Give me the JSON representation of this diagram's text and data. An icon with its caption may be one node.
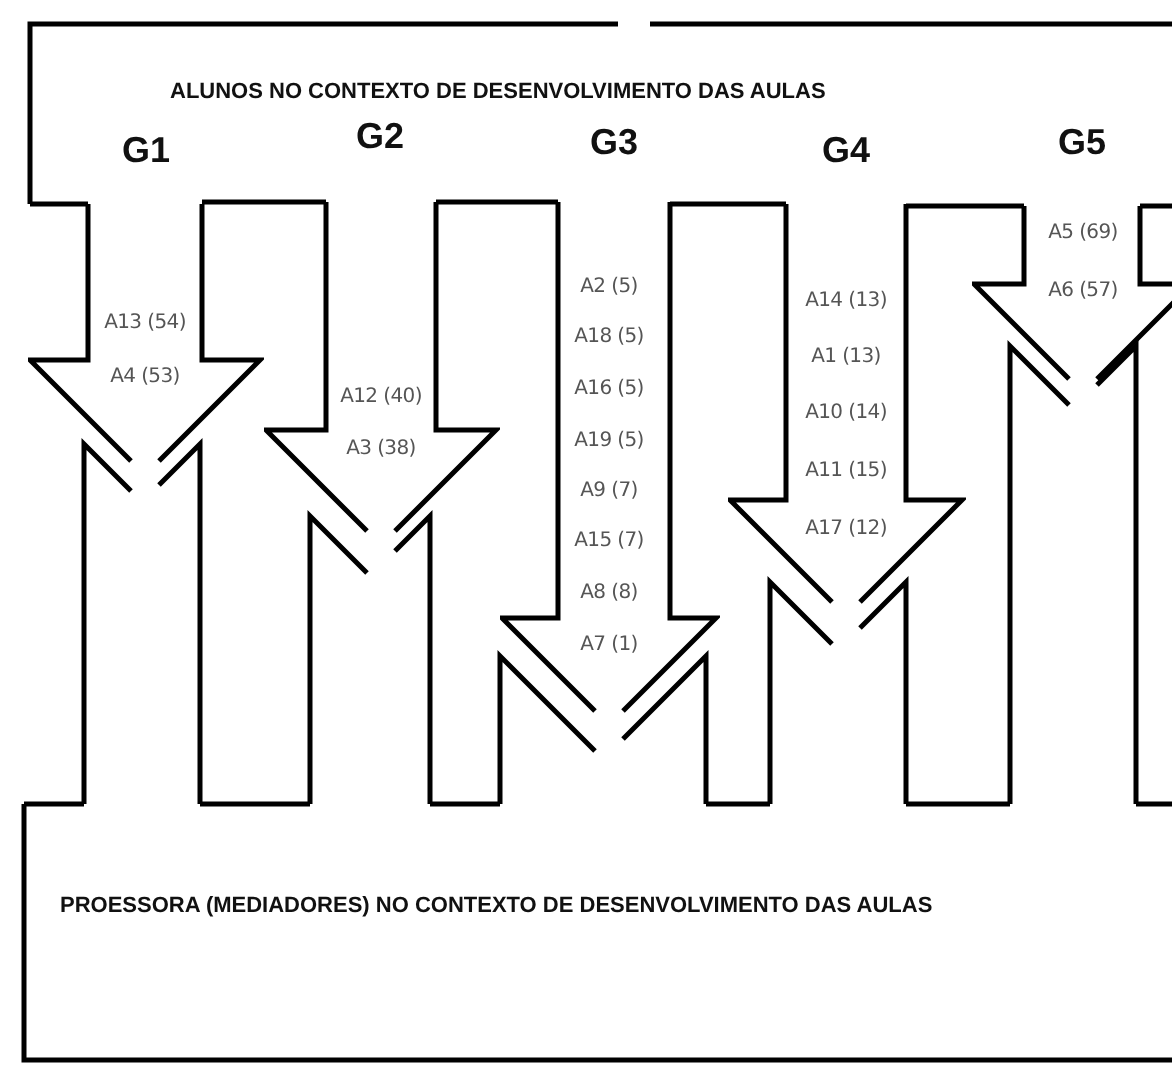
{
  "diagram": {
    "nodes": [
      {
        "text": [
          "ALUNOS NO CONTEXTO DE DESENVOLVIMENTO DAS AULAS"
        ]
      },
      {
        "text": [
          "A13 (54)",
          "A4 (53)"
        ]
      },
      {
        "text": [
          "A12 (40)",
          "A3 (38)"
        ]
      },
      {
        "text": [
          "A2 (5)",
          "A18 (5)",
          "A16 (5)",
          "A19 (5)",
          "A9 (7)",
          "A15 (7)",
          "A8 (8)",
          "A7 (1)"
        ]
      },
      {
        "text": [
          "A14 (13)",
          "A1 (13)",
          "A10 (14)",
          "A11 (15)",
          "A17 (12)"
        ]
      },
      {
        "text": [
          "A5 (69)",
          "A6 (57)"
        ]
      },
      {
        "text": [
          "PROESSORA (MEDIADORES) NO CONTEXTO DE DESENVOLVIMENTO DAS AULAS"
        ]
      }
    ],
    "labels": [
      "G1",
      "G2",
      "G3",
      "G4",
      "G5"
    ]
  }
}
